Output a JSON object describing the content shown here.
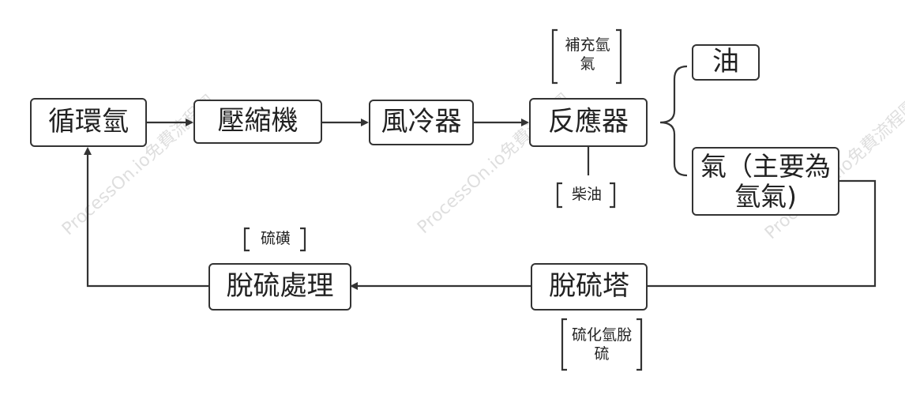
{
  "nodes": {
    "recycle_h2": "循環氫",
    "compressor": "壓縮機",
    "air_cooler": "風冷器",
    "reactor": "反應器",
    "oil": "油",
    "gas": "氣（主要為氫氣)",
    "desulfurizer": "脫硫塔",
    "desulfur_treatment": "脫硫處理"
  },
  "notes": {
    "makeup_h2": "補充氫氣",
    "diesel": "柴油",
    "sulfur": "硫磺",
    "h2s_removal": "硫化氫脫硫"
  },
  "watermark": "ProcessOn.io免費流程圖"
}
